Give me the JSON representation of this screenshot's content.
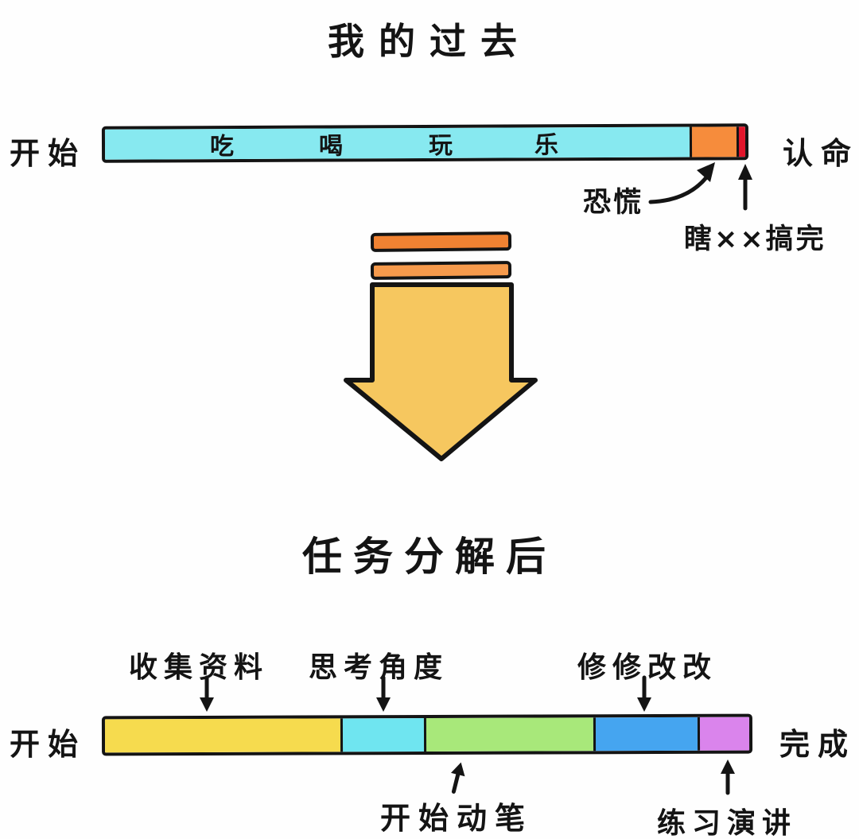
{
  "page": {
    "background": "#fefefe",
    "ink": "#141414"
  },
  "past": {
    "title": "我的过去",
    "start_label": "开始",
    "end_label": "认命",
    "bar_labels": [
      "吃",
      "喝",
      "玩",
      "乐"
    ],
    "segments": [
      {
        "name": "eat-drink-play-fun",
        "color": "#87E9F0"
      },
      {
        "name": "panic",
        "color": "#F68C3C"
      },
      {
        "name": "rush-finish",
        "color": "#E2152B"
      }
    ],
    "panic_label": "恐慌",
    "rush_label": "瞎××搞完"
  },
  "transform_arrow": {
    "bar1_color": "#F08232",
    "bar2_color": "#F69A4C",
    "arrow_color": "#F6C75F"
  },
  "after": {
    "title": "任务分解后",
    "start_label": "开始",
    "end_label": "完成",
    "phases": [
      {
        "label": "收集资料",
        "color": "#F6DB4E"
      },
      {
        "label": "思考角度",
        "color": "#6FE5F0"
      },
      {
        "label": "开始动笔",
        "color": "#A8E87A"
      },
      {
        "label": "修修改改",
        "color": "#45A5F0"
      },
      {
        "label": "练习演讲",
        "color": "#DA84EC"
      }
    ]
  }
}
